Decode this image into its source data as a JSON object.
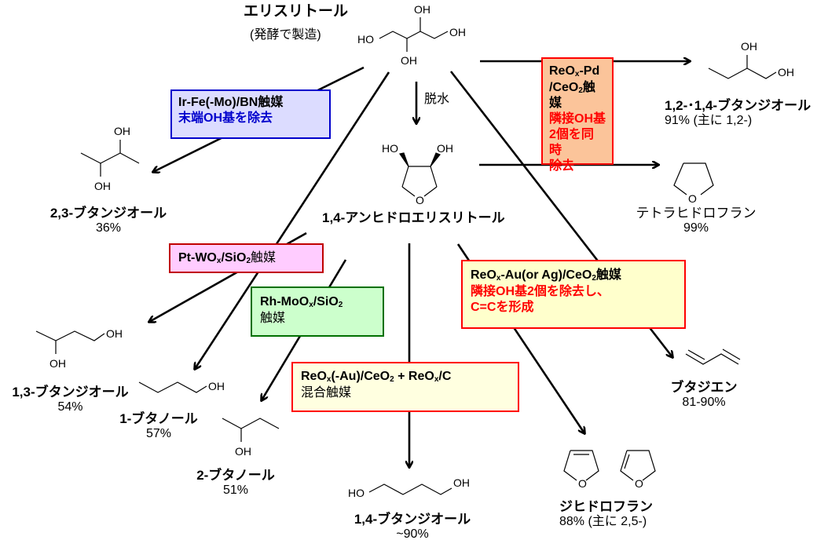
{
  "diagram": {
    "start": {
      "name": "エリスリトール",
      "note": "(発酵で製造)"
    },
    "dehydration_label": "脱水",
    "intermediate": {
      "name": "1,4-アンヒドロエリスリトール"
    },
    "catalysts": {
      "ir_fe": {
        "line1": "Ir-Fe(-Mo)/BN触媒",
        "line2": "末端OH基を除去",
        "fill": "#dcdcff",
        "border": "#0000cc",
        "line2_color": "#0000cc"
      },
      "reox_pd": {
        "line1_a": "ReO",
        "line1_sub": "x",
        "line1_b": "-Pd",
        "line2_a": "/CeO",
        "line2_sub": "2",
        "line2_b": "触媒",
        "line3": "隣接OH基",
        "line4": "2個を同時",
        "line5": "除去",
        "fill": "#fbc49a",
        "border": "#ff0000",
        "highlight_color": "#ff0000"
      },
      "pt_wox": {
        "a": "Pt-WO",
        "sub1": "x",
        "b": "/SiO",
        "sub2": "2",
        "c": "触媒",
        "fill": "#ffccff",
        "border": "#c00000"
      },
      "rh_moox": {
        "a": "Rh-MoO",
        "sub1": "x",
        "b": "/SiO",
        "sub2": "2",
        "line2": "触媒",
        "fill": "#ccffcc",
        "border": "#007000"
      },
      "reox_au_ag": {
        "a": "ReO",
        "sub1": "x",
        "b": "-Au(or Ag)/CeO",
        "sub2": "2",
        "c": "触媒",
        "line2": "隣接OH基2個を除去し、",
        "line3": "C=Cを形成",
        "fill": "#ffffcc",
        "border": "#ff0000",
        "highlight_color": "#ff0000"
      },
      "reox_mixed": {
        "a": "ReO",
        "sub1": "x",
        "b": "(-Au)/CeO",
        "sub2": "2",
        "c": " + ReO",
        "sub3": "x",
        "d": "/C",
        "line2": "混合触媒",
        "fill": "#ffffe0",
        "border": "#ff0000"
      }
    },
    "products": [
      {
        "id": "23bdo",
        "name": "2,3-ブタンジオール",
        "yield": "36%"
      },
      {
        "id": "12bdo",
        "name": "1,2-･1,4-ブタンジオール",
        "yield": "91%  (主に 1,2-)"
      },
      {
        "id": "thf",
        "name": "テトラヒドロフラン",
        "yield": "99%"
      },
      {
        "id": "13bdo",
        "name": "1,3-ブタンジオール",
        "yield": "54%"
      },
      {
        "id": "1buoh",
        "name": "1-ブタノール",
        "yield": "57%"
      },
      {
        "id": "2buoh",
        "name": "2-ブタノール",
        "yield": "51%"
      },
      {
        "id": "14bdo",
        "name": "1,4-ブタンジオール",
        "yield": "~90%"
      },
      {
        "id": "dhf",
        "name": "ジヒドロフラン",
        "yield": "88% (主に 2,5-)"
      },
      {
        "id": "bd",
        "name": "ブタジエン",
        "yield": "81-90%"
      }
    ],
    "atoms": {
      "oh": "OH",
      "ho": "HO",
      "o": "O"
    }
  }
}
